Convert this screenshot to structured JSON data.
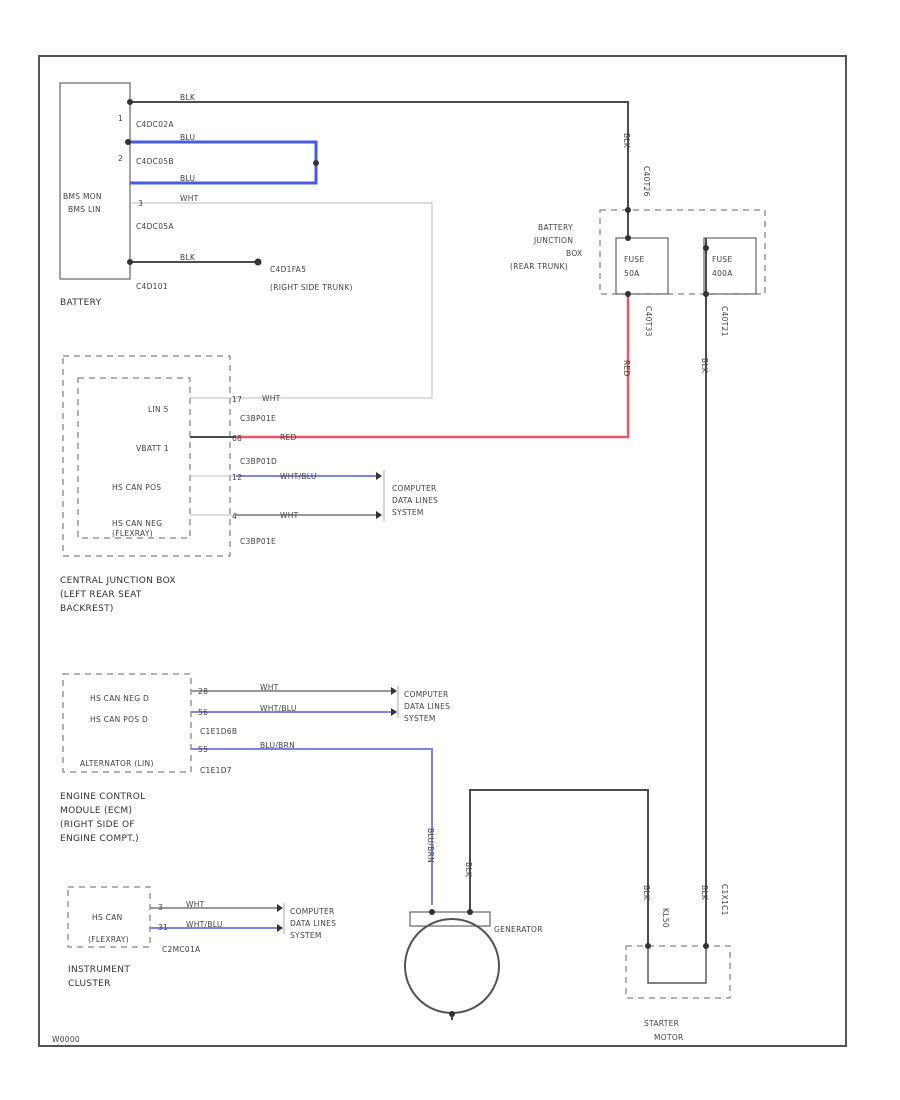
{
  "battery": {
    "label": "BATTERY",
    "bms_mon": "BMS MON",
    "bms_lin": "BMS LIN",
    "c1": "C4DC02A",
    "c2": "C4DC05B",
    "c3": "C4DC05A",
    "c4": "C4D101",
    "ground": "C4D1FA5",
    "ground_note": "(RIGHT SIDE TRUNK)",
    "w1": "BLK",
    "w2": "BLU",
    "w3": "BLU",
    "w4": "WHT",
    "w5": "BLK",
    "pin1": "1",
    "pin2": "2",
    "pin3": "3"
  },
  "bjb": {
    "label_l1": "BATTERY",
    "label_l2": "JUNCTION",
    "label_l3": "BOX",
    "label_l4": "(REAR TRUNK)",
    "fuse1_name": "FUSE",
    "fuse1_amp": "50A",
    "fuse2_name": "FUSE",
    "fuse2_amp": "400A",
    "c_top": "C40T26",
    "c_a": "C40T33",
    "c_b": "C40T21",
    "w_top": "BLK",
    "w_red": "RED",
    "w_blk": "BLK"
  },
  "cjb": {
    "label_l1": "CENTRAL JUNCTION BOX",
    "label_l2": "(LEFT REAR SEAT",
    "label_l3": "BACKREST)",
    "lin": "LIN 5",
    "vbatt": "VBATT 1",
    "can_pos": "HS CAN POS",
    "can_neg": "HS CAN NEG",
    "can_note": "(FLEXRAY)",
    "c1": "C3BP01E",
    "c2": "C3BP01D",
    "c3": "C3BP01E",
    "p1": "17",
    "p2": "68",
    "p3": "12",
    "p4": "4",
    "w1": "WHT",
    "w2": "RED",
    "w3": "WHT/BLU",
    "w4": "WHT",
    "dest_l1": "COMPUTER",
    "dest_l2": "DATA LINES",
    "dest_l3": "SYSTEM"
  },
  "ecm": {
    "label_l1": "ENGINE CONTROL",
    "label_l2": "MODULE (ECM)",
    "label_l3": "(RIGHT SIDE OF",
    "label_l4": "ENGINE COMPT.)",
    "can_neg": "HS CAN NEG D",
    "can_pos": "HS CAN POS D",
    "alt": "ALTERNATOR (LIN)",
    "c1": "C1E1D6B",
    "c2": "C1E1D7",
    "p1": "28",
    "p2": "56",
    "p3": "55",
    "w1": "WHT",
    "w2": "WHT/BLU",
    "w3": "BLU/BRN",
    "dest_l1": "COMPUTER",
    "dest_l2": "DATA LINES",
    "dest_l3": "SYSTEM"
  },
  "ipc": {
    "label_l1": "INSTRUMENT",
    "label_l2": "CLUSTER",
    "can": "HS CAN",
    "can_note": "(FLEXRAY)",
    "c1": "C2MC01A",
    "p1": "3",
    "p2": "31",
    "w1": "WHT",
    "w2": "WHT/BLU",
    "dest_l1": "COMPUTER",
    "dest_l2": "DATA LINES",
    "dest_l3": "SYSTEM"
  },
  "generator": {
    "label": "GENERATOR",
    "w_lin": "BLU/BRN",
    "w_b": "BLK"
  },
  "starter": {
    "label_l1": "STARTER",
    "label_l2": "MOTOR",
    "w1": "BLK",
    "w2": "BLK",
    "c1": "KL50",
    "c2": "C1X1C1"
  },
  "footer": {
    "code": "W0000"
  }
}
